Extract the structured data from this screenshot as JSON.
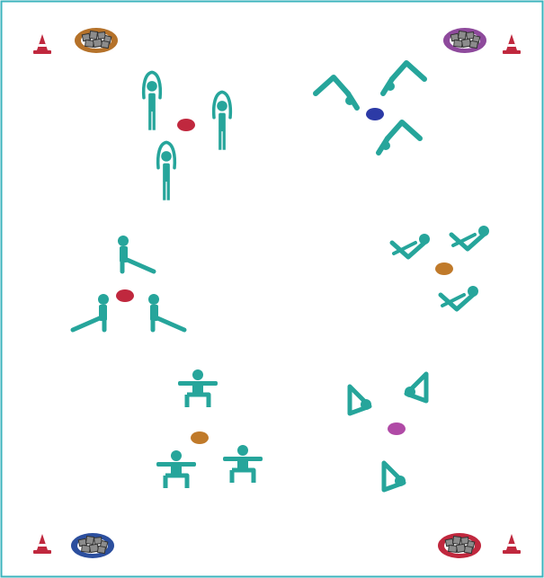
{
  "colors": {
    "border": "#3bb3bd",
    "figure": "#26a59b",
    "cone_red": "#c0283e",
    "card_grey": "#8c8c8c",
    "card_border": "#444444"
  },
  "corners": [
    {
      "id": "top-left",
      "bin_color": "#b5722a"
    },
    {
      "id": "top-right",
      "bin_color": "#8e4a9c"
    },
    {
      "id": "bottom-left",
      "bin_color": "#2c4f9e"
    },
    {
      "id": "bottom-right",
      "bin_color": "#c0283e"
    }
  ],
  "stations": [
    {
      "id": "standing-arms-up",
      "pose": "standing-arms-up",
      "marker_color": "#c0283e"
    },
    {
      "id": "downward-dog",
      "pose": "downward-dog",
      "marker_color": "#2c3aa6"
    },
    {
      "id": "lunge-stretch",
      "pose": "lunge",
      "marker_color": "#c0283e"
    },
    {
      "id": "boat-pose",
      "pose": "boat",
      "marker_color": "#c07a2a"
    },
    {
      "id": "squat",
      "pose": "squat",
      "marker_color": "#c07a2a"
    },
    {
      "id": "seated-forward",
      "pose": "seated",
      "marker_color": "#b04aa6"
    }
  ]
}
